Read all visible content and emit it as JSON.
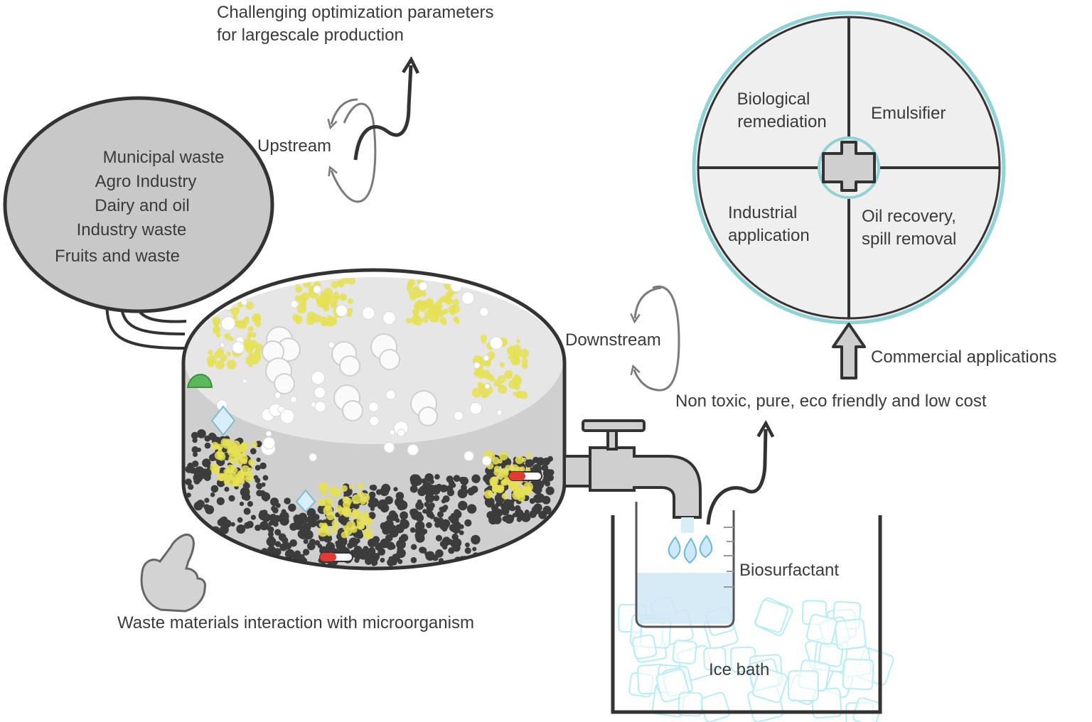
{
  "top_note": {
    "line1": "Challenging optimization parameters",
    "line2": "for largescale production"
  },
  "upstream_label": "Upstream",
  "downstream_label": "Downstream",
  "waste_sources": [
    "Municipal waste",
    "Agro Industry",
    "Dairy and oil",
    "Industry waste",
    "Fruits and waste"
  ],
  "reactor_caption": "Waste materials interaction with microorganism",
  "product_label": "Biosurfactant",
  "ice_bath_label": "Ice bath",
  "product_quality": "Non toxic, pure, eco friendly and low cost",
  "commercial_label": "Commercial applications",
  "applications": {
    "top_left": {
      "line1": "Biological",
      "line2": "remediation"
    },
    "top_right": "Emulsifier",
    "bottom_left": {
      "line1": "Industrial",
      "line2": "application"
    },
    "bottom_right": {
      "line1": "Oil recovery,",
      "line2": "spill removal"
    }
  },
  "icons": [
    "curved-arrow-icon",
    "cycle-arrows-icon",
    "hand-pointer-icon",
    "tap-icon",
    "droplet-icon",
    "ice-cube-icon",
    "plus-cross-icon",
    "capsule-icon",
    "crystal-icon",
    "leaf-icon"
  ],
  "colors": {
    "outline": "#333333",
    "waste_bubble": "#c8c8c8",
    "reactor_top": "#e6e6e6",
    "reactor_body": "#cfcfcf",
    "yellow_particles": "#e5e052",
    "dark_particles": "#3c3c3c",
    "ring": "#8fd3d6",
    "water": "#cfe8f5",
    "ice": "#b9ecf3"
  }
}
